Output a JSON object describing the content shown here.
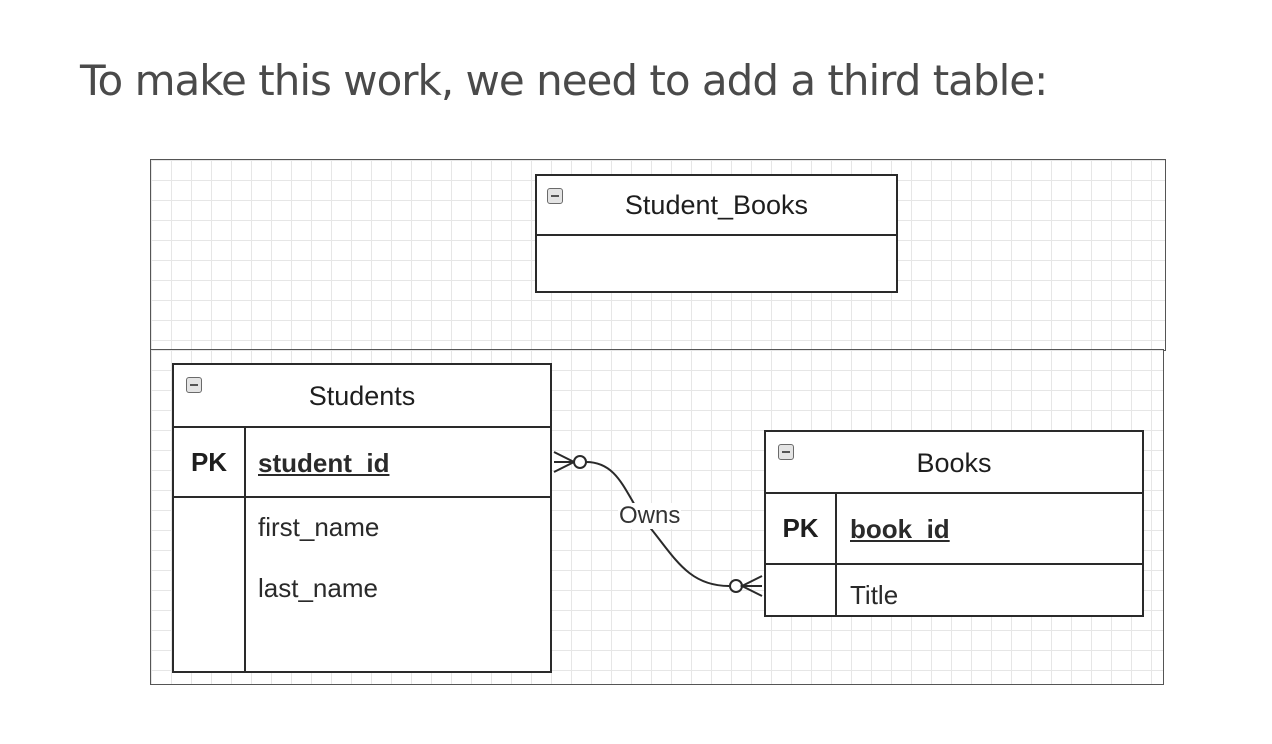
{
  "heading": "To make this work, we need to add a third table:",
  "diagram": {
    "entities": {
      "student_books": {
        "title": "Student_Books",
        "icon": "collapse-icon"
      },
      "students": {
        "title": "Students",
        "icon": "collapse-icon",
        "pk_label": "PK",
        "pk_field": "student_id",
        "fields": [
          "first_name",
          "last_name"
        ]
      },
      "books": {
        "title": "Books",
        "icon": "collapse-icon",
        "pk_label": "PK",
        "pk_field": "book_id",
        "fields": [
          "Title"
        ]
      }
    },
    "relationship": {
      "label": "Owns",
      "from": "students",
      "to": "books",
      "from_cardinality": "zero-or-many",
      "to_cardinality": "zero-or-many"
    },
    "colors": {
      "line": "#2a2a2a",
      "grid": "#e6e6e6",
      "heading": "#4a4a4a"
    }
  }
}
